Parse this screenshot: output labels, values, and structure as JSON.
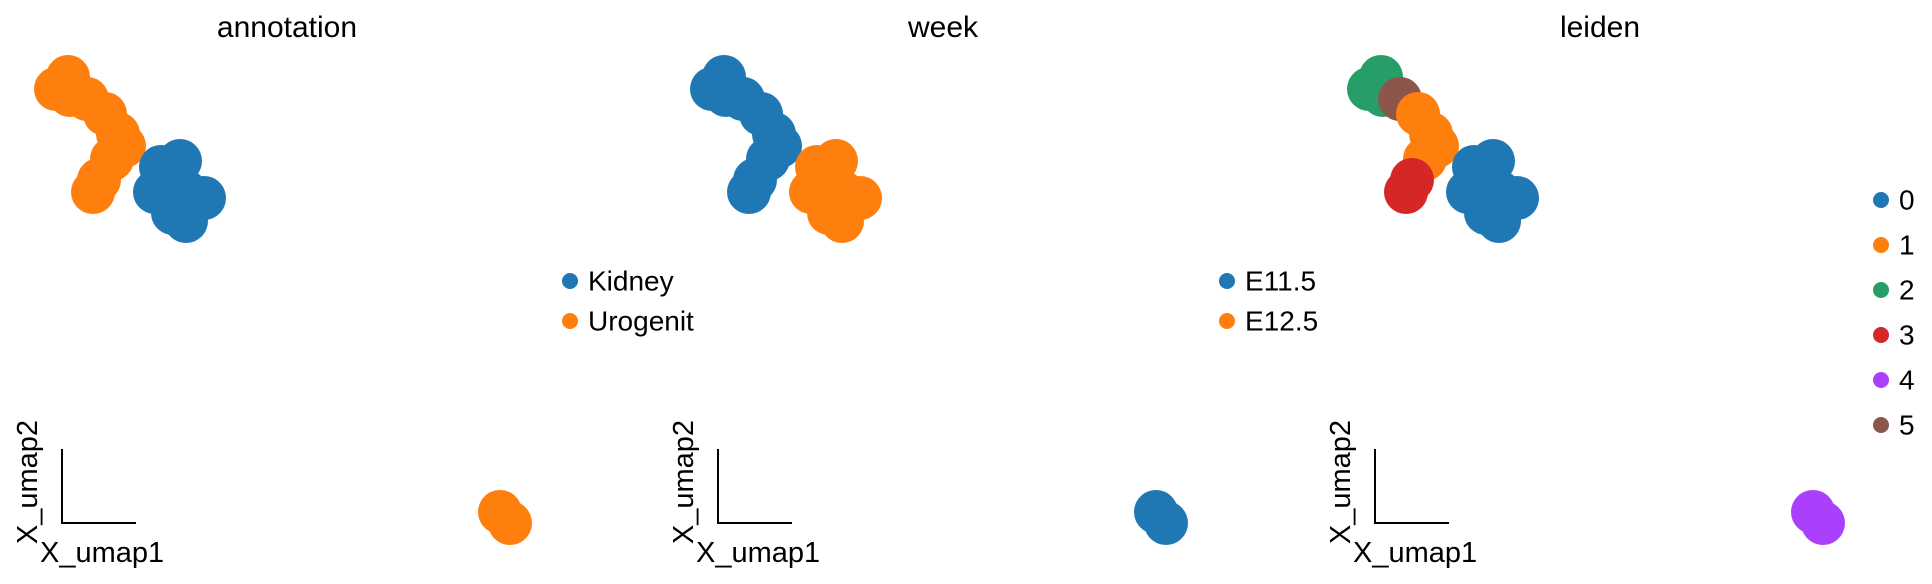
{
  "chart_data": [
    {
      "type": "scatter",
      "title": "annotation",
      "color_by": "annotation",
      "xlabel": "X_umap1",
      "ylabel": "X_umap2",
      "categories": [
        "Kidney",
        "Urogenit"
      ],
      "colors": {
        "Kidney": "#1f77b4",
        "Urogenit": "#ff7f0e"
      }
    },
    {
      "type": "scatter",
      "title": "week",
      "color_by": "week",
      "xlabel": "X_umap1",
      "ylabel": "X_umap2",
      "categories": [
        "E11.5",
        "E12.5"
      ],
      "colors": {
        "E11.5": "#1f77b4",
        "E12.5": "#ff7f0e"
      }
    },
    {
      "type": "scatter",
      "title": "leiden",
      "color_by": "leiden",
      "xlabel": "X_umap1",
      "ylabel": "X_umap2",
      "categories": [
        "0",
        "1",
        "2",
        "3",
        "4",
        "5"
      ],
      "colors": {
        "0": "#1f77b4",
        "1": "#ff7f0e",
        "2": "#279e68",
        "3": "#d62728",
        "4": "#aa40fc",
        "5": "#8c564b"
      }
    }
  ],
  "axis_range": {
    "x": [
      0,
      10
    ],
    "y": [
      0,
      10
    ]
  },
  "points": [
    {
      "x": 0.56,
      "y": 9.66,
      "annotation": "Urogenit",
      "week": "E11.5",
      "leiden": "2"
    },
    {
      "x": 0.32,
      "y": 9.42,
      "annotation": "Urogenit",
      "week": "E11.5",
      "leiden": "2"
    },
    {
      "x": 0.6,
      "y": 9.3,
      "annotation": "Urogenit",
      "week": "E11.5",
      "leiden": "2"
    },
    {
      "x": 0.94,
      "y": 9.22,
      "annotation": "Urogenit",
      "week": "E11.5",
      "leiden": "5"
    },
    {
      "x": 1.3,
      "y": 8.92,
      "annotation": "Urogenit",
      "week": "E11.5",
      "leiden": "1"
    },
    {
      "x": 1.56,
      "y": 8.52,
      "annotation": "Urogenit",
      "week": "E11.5",
      "leiden": "1"
    },
    {
      "x": 1.68,
      "y": 8.28,
      "annotation": "Urogenit",
      "week": "E11.5",
      "leiden": "1"
    },
    {
      "x": 1.44,
      "y": 8.02,
      "annotation": "Urogenit",
      "week": "E11.5",
      "leiden": "1"
    },
    {
      "x": 1.18,
      "y": 7.6,
      "annotation": "Urogenit",
      "week": "E11.5",
      "leiden": "3"
    },
    {
      "x": 1.06,
      "y": 7.36,
      "annotation": "Urogenit",
      "week": "E11.5",
      "leiden": "3"
    },
    {
      "x": 2.42,
      "y": 7.86,
      "annotation": "Kidney",
      "week": "E12.5",
      "leiden": "0"
    },
    {
      "x": 2.8,
      "y": 7.98,
      "annotation": "Kidney",
      "week": "E12.5",
      "leiden": "0"
    },
    {
      "x": 2.54,
      "y": 7.6,
      "annotation": "Kidney",
      "week": "E12.5",
      "leiden": "0"
    },
    {
      "x": 2.3,
      "y": 7.36,
      "annotation": "Kidney",
      "week": "E12.5",
      "leiden": "0"
    },
    {
      "x": 2.92,
      "y": 7.36,
      "annotation": "Kidney",
      "week": "E12.5",
      "leiden": "0"
    },
    {
      "x": 3.28,
      "y": 7.24,
      "annotation": "Kidney",
      "week": "E12.5",
      "leiden": "0"
    },
    {
      "x": 2.66,
      "y": 6.94,
      "annotation": "Kidney",
      "week": "E12.5",
      "leiden": "0"
    },
    {
      "x": 2.92,
      "y": 6.78,
      "annotation": "Kidney",
      "week": "E12.5",
      "leiden": "0"
    },
    {
      "x": 9.2,
      "y": 0.96,
      "annotation": "Urogenit",
      "week": "E11.5",
      "leiden": "4"
    },
    {
      "x": 9.4,
      "y": 0.74,
      "annotation": "Urogenit",
      "week": "E11.5",
      "leiden": "4"
    }
  ]
}
